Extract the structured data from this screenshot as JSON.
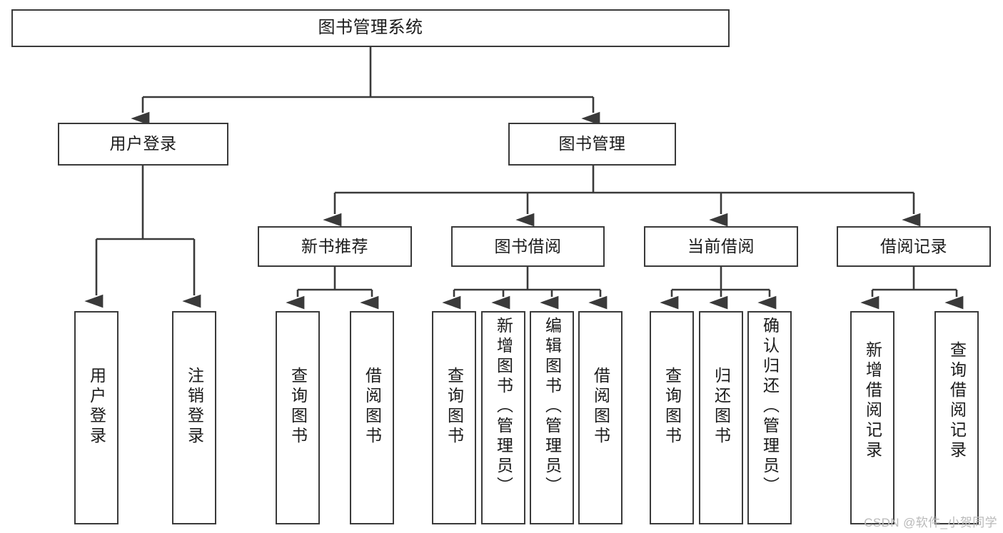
{
  "diagram": {
    "type": "tree-structure-chart",
    "title": "图书管理系统",
    "stroke_color": "#3a3a3a",
    "background_color": "#ffffff",
    "text_color": "#1b1b1b"
  },
  "nodes": {
    "root": {
      "label": "图书管理系统"
    },
    "level2": [
      {
        "id": "user-login",
        "label": "用户登录"
      },
      {
        "id": "book-manage",
        "label": "图书管理"
      }
    ],
    "level3": [
      {
        "id": "new-book-rec",
        "label": "新书推荐"
      },
      {
        "id": "book-borrow",
        "label": "图书借阅"
      },
      {
        "id": "current-borrow",
        "label": "当前借阅"
      },
      {
        "id": "borrow-record",
        "label": "借阅记录"
      }
    ],
    "leaves": {
      "user_login": [
        {
          "id": "leaf-user-login",
          "label": "用户登录"
        },
        {
          "id": "leaf-logout",
          "label": "注销登录"
        }
      ],
      "new_book_rec": [
        {
          "id": "leaf-query-book-1",
          "label": "查询图书"
        },
        {
          "id": "leaf-borrow-book-1",
          "label": "借阅图书"
        }
      ],
      "book_borrow": [
        {
          "id": "leaf-query-book-2",
          "label": "查询图书"
        },
        {
          "id": "leaf-add-book",
          "label": "新增图书（管理员）"
        },
        {
          "id": "leaf-edit-book",
          "label": "编辑图书（管理员）"
        },
        {
          "id": "leaf-borrow-book-2",
          "label": "借阅图书"
        }
      ],
      "current_borrow": [
        {
          "id": "leaf-query-book-3",
          "label": "查询图书"
        },
        {
          "id": "leaf-return-book",
          "label": "归还图书"
        },
        {
          "id": "leaf-confirm-return",
          "label": "确认归还（管理员）"
        }
      ],
      "borrow_record": [
        {
          "id": "leaf-add-record",
          "label": "新增借阅记录"
        },
        {
          "id": "leaf-query-record",
          "label": "查询借阅记录"
        }
      ]
    }
  },
  "watermark": {
    "text": "CSDN @软件_小贺同学"
  }
}
